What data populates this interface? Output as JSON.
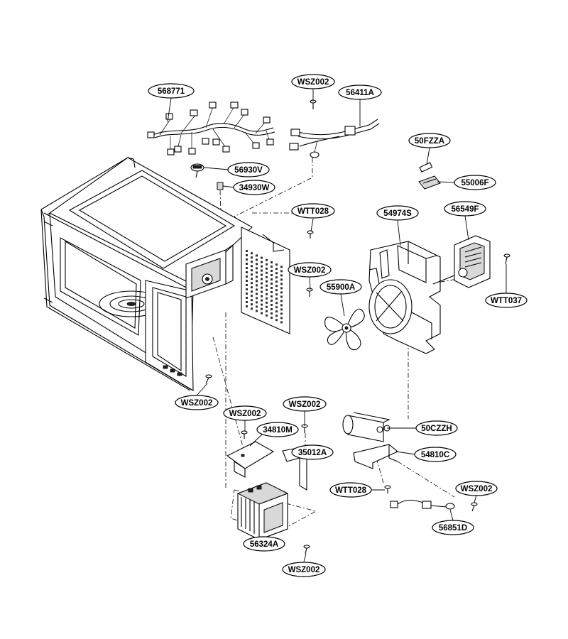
{
  "labels": [
    {
      "id": "568771",
      "text": "568771"
    },
    {
      "id": "wsz002-top",
      "text": "WSZ002"
    },
    {
      "id": "56411A",
      "text": "56411A"
    },
    {
      "id": "56930V",
      "text": "56930V"
    },
    {
      "id": "34930W",
      "text": "34930W"
    },
    {
      "id": "50FZZA",
      "text": "50FZZA"
    },
    {
      "id": "55006F",
      "text": "55006F"
    },
    {
      "id": "wtt028-top",
      "text": "WTT028"
    },
    {
      "id": "54974S",
      "text": "54974S"
    },
    {
      "id": "56549F",
      "text": "56549F"
    },
    {
      "id": "wsz002-mid",
      "text": "WSZ002"
    },
    {
      "id": "55900A",
      "text": "55900A"
    },
    {
      "id": "WTT037",
      "text": "WTT037"
    },
    {
      "id": "wsz002-left",
      "text": "WSZ002"
    },
    {
      "id": "wsz002-c1",
      "text": "WSZ002"
    },
    {
      "id": "wsz002-c2",
      "text": "WSZ002"
    },
    {
      "id": "34810M",
      "text": "34810M"
    },
    {
      "id": "35012A",
      "text": "35012A"
    },
    {
      "id": "50CZZH",
      "text": "50CZZH"
    },
    {
      "id": "54810C",
      "text": "54810C"
    },
    {
      "id": "wtt028-bot",
      "text": "WTT028"
    },
    {
      "id": "wsz002-br",
      "text": "WSZ002"
    },
    {
      "id": "56851D",
      "text": "56851D"
    },
    {
      "id": "56324A",
      "text": "56324A"
    },
    {
      "id": "wsz002-bottom",
      "text": "WSZ002"
    }
  ]
}
